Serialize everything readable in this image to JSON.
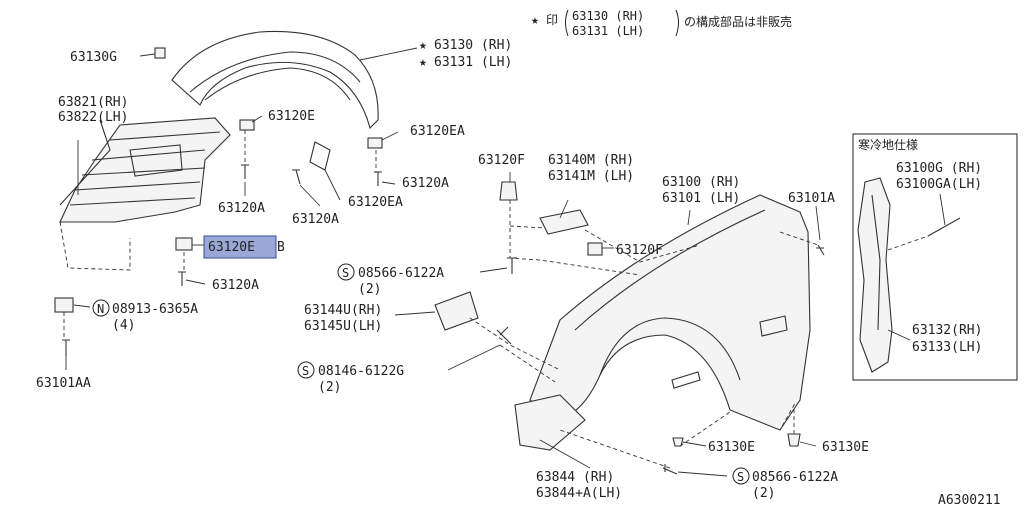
{
  "note": {
    "star": "★",
    "prefix": "印",
    "part_rh": "63130 (RH)",
    "part_lh": "63131 (LH)",
    "suffix": "の構成部品は非販売"
  },
  "inset_title": "寒冷地仕様",
  "diagram_id": "A6300211",
  "callouts": {
    "c63130G": "63130G",
    "c63130rh": "63130 (RH)",
    "c63131lh": "63131 (LH)",
    "c63821": "63821(RH)",
    "c63822": "63822(LH)",
    "c63120E": "63120E",
    "c63120EA_top": "63120EA",
    "c63120A_a": "63120A",
    "c63120EA_mid": "63120EA",
    "c63120A_b": "63120A",
    "c63120A_c": "63120A",
    "c63120EB_hl": "63120E",
    "c63120EB_tail": "B",
    "c63120A_d": "63120A",
    "c08913": "08913-6365A",
    "c08913_qty": "(4)",
    "c63101AA": "63101AA",
    "c63120F_a": "63120F",
    "c63140M": "63140M (RH)",
    "c63141M": "63141M (LH)",
    "c63100": "63100 (RH)",
    "c63101": "63101 (LH)",
    "c63101A": "63101A",
    "c63120F_b": "63120F",
    "c08566_a": "08566-6122A",
    "c08566_a_qty": "(2)",
    "c63144U": "63144U(RH)",
    "c63145U": "63145U(LH)",
    "c08146": "08146-6122G",
    "c08146_qty": "(2)",
    "c63130E_a": "63130E",
    "c63130E_b": "63130E",
    "c63844": "63844  (RH)",
    "c63844A": "63844+A(LH)",
    "c08566_b": "08566-6122A",
    "c08566_b_qty": "(2)",
    "c63100G": "63100G (RH)",
    "c63100GA": "63100GA(LH)",
    "c63132": "63132(RH)",
    "c63133": "63133(LH)"
  },
  "symbols": {
    "S": "S",
    "N": "N"
  }
}
